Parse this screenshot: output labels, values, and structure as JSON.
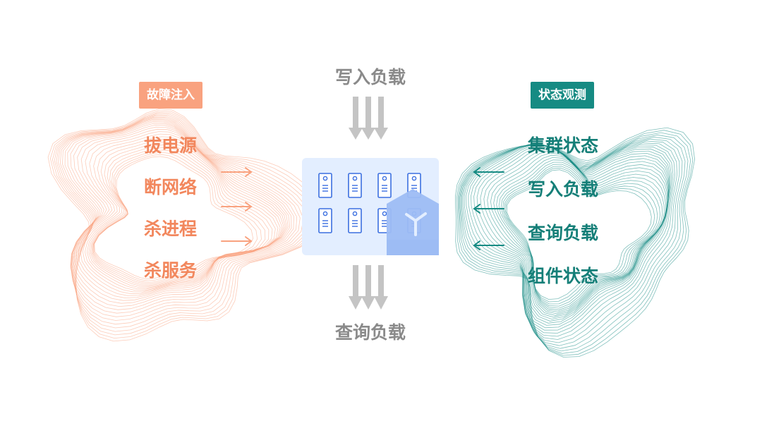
{
  "fault_injection": {
    "title": "故障注入",
    "items": [
      "拔电源",
      "断网络",
      "杀进程",
      "杀服务"
    ]
  },
  "state_observation": {
    "title": "状态观测",
    "items": [
      "集群状态",
      "写入负载",
      "查询负载",
      "组件状态"
    ]
  },
  "input_flow": {
    "label": "写入负载"
  },
  "output_flow": {
    "label": "查询负载"
  },
  "cluster": {
    "server_count": 8,
    "icon": "server-rack-icon",
    "logo": "hexagon-logo-icon"
  },
  "colors": {
    "fault": "#f9a27f",
    "fault_text": "#f2875d",
    "observe": "#168b83",
    "observe_text": "#157f78",
    "flow_gray": "#bdbdbd",
    "cluster_bg": "#e3eeff",
    "server_blue": "#3b6fe0"
  }
}
